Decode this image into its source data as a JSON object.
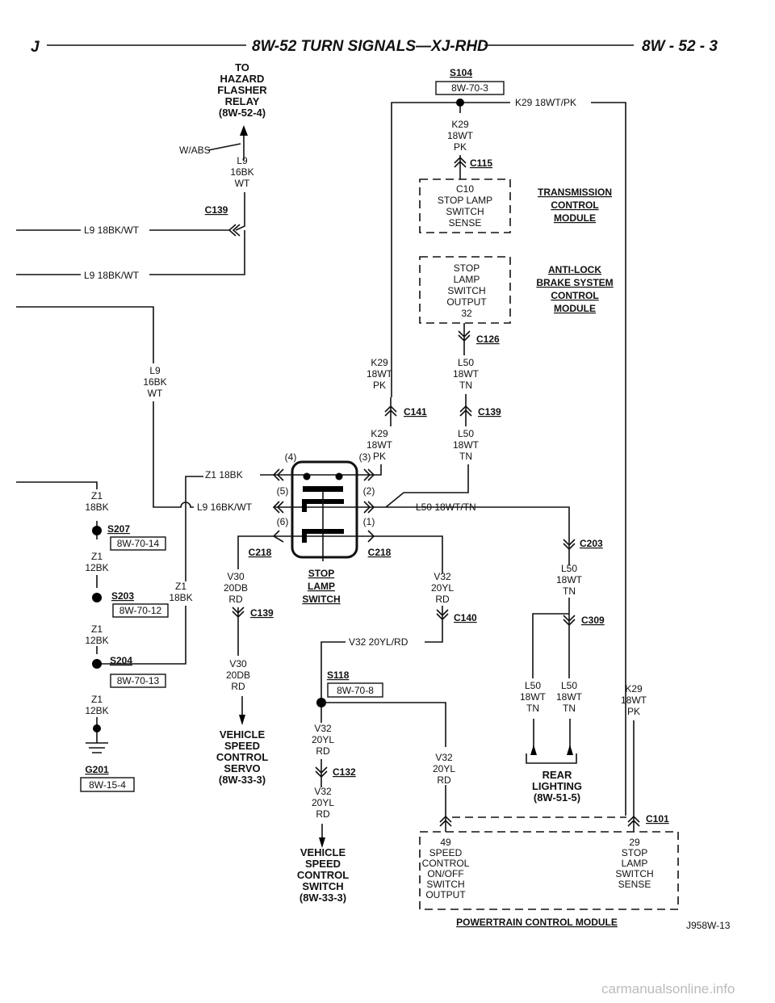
{
  "header": {
    "left": "J",
    "title": "8W-52 TURN SIGNALS—XJ-RHD",
    "page": "8W - 52 - 3"
  },
  "hazard": [
    "TO",
    "HAZARD",
    "FLASHER",
    "RELAY",
    "(8W-52-4)"
  ],
  "wabs": "W/ABS",
  "l9_16bk_wt": [
    "L9",
    "16BK",
    "WT"
  ],
  "c139": "C139",
  "l9_18bkwt": "L9 18BK/WT",
  "s104": "S104",
  "s104_ref": "8W-70-3",
  "k29_wire": "K29 18WT/PK",
  "k29_stack": [
    "K29",
    "18WT",
    "PK"
  ],
  "c115": "C115",
  "tcm_box": [
    "C10",
    "STOP LAMP",
    "SWITCH",
    "SENSE"
  ],
  "tcm": [
    "TRANSMISSION",
    "CONTROL",
    "MODULE"
  ],
  "abs_box": [
    "STOP",
    "LAMP",
    "SWITCH",
    "OUTPUT",
    "32"
  ],
  "abs": [
    "ANTI-LOCK",
    "BRAKE SYSTEM",
    "CONTROL",
    "MODULE"
  ],
  "c126": "C126",
  "l50_stack": [
    "L50",
    "18WT",
    "TN"
  ],
  "c141": "C141",
  "z1_18bk": "Z1 18BK",
  "z1_18bk_stack": [
    "Z1",
    "18BK"
  ],
  "z1_12bk_stack": [
    "Z1",
    "12BK"
  ],
  "l9_16bkwt": "L9 16BK/WT",
  "l50_wire": "L50 18WT/TN",
  "pins": [
    "(1)",
    "(2)",
    "(3)",
    "(4)",
    "(5)",
    "(6)"
  ],
  "c218": "C218",
  "switch": [
    "STOP",
    "LAMP",
    "SWITCH"
  ],
  "s207": "S207",
  "s207_ref": "8W-70-14",
  "s203": "S203",
  "s203_ref": "8W-70-12",
  "s204": "S204",
  "s204_ref": "8W-70-13",
  "g201": "G201",
  "g201_ref": "8W-15-4",
  "v30_stack": [
    "V30",
    "20DB",
    "RD"
  ],
  "v32_stack": [
    "V32",
    "20YL",
    "RD"
  ],
  "c140": "C140",
  "v32_wire": "V32 20YL/RD",
  "c203": "C203",
  "c309": "C309",
  "servo": [
    "VEHICLE",
    "SPEED",
    "CONTROL",
    "SERVO",
    "(8W-33-3)"
  ],
  "s118": "S118",
  "s118_ref": "8W-70-8",
  "c132": "C132",
  "vsc_switch": [
    "VEHICLE",
    "SPEED",
    "CONTROL",
    "SWITCH",
    "(8W-33-3)"
  ],
  "rear": [
    "REAR",
    "LIGHTING",
    "(8W-51-5)"
  ],
  "c101": "C101",
  "pcm_left": [
    "49",
    "SPEED",
    "CONTROL",
    "ON/OFF",
    "SWITCH",
    "OUTPUT"
  ],
  "pcm_right": [
    "29",
    "STOP",
    "LAMP",
    "SWITCH",
    "SENSE"
  ],
  "pcm": "POWERTRAIN CONTROL MODULE",
  "fig": "J958W-13",
  "watermark": "carmanualsonline.info"
}
